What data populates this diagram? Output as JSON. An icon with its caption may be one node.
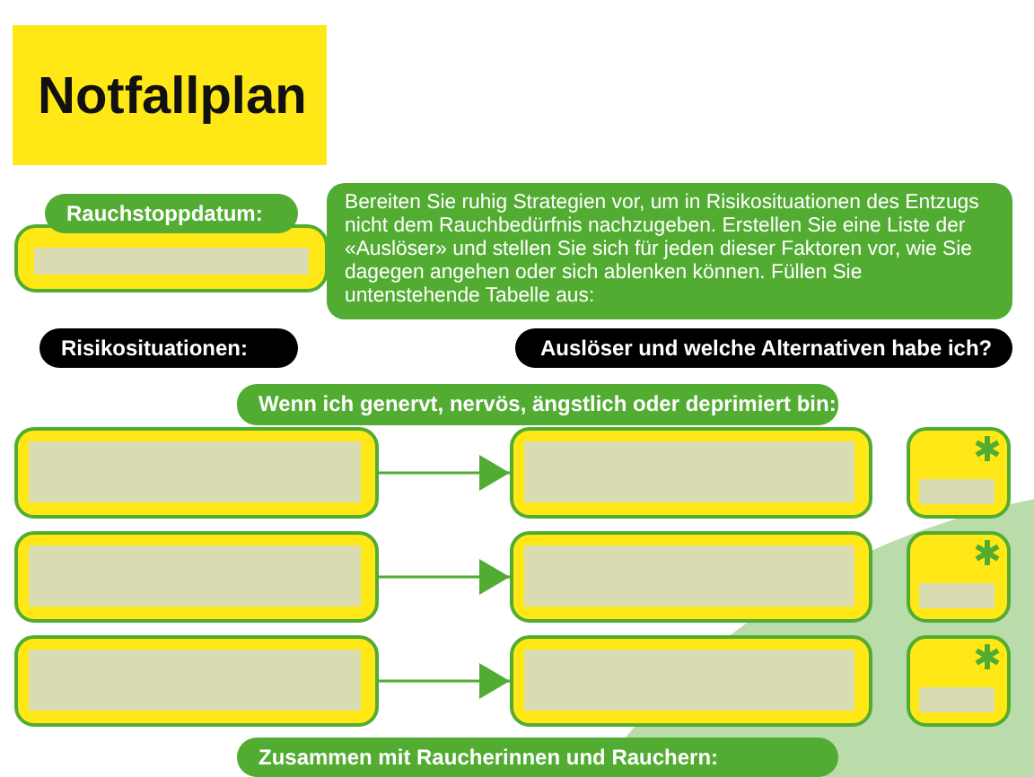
{
  "diagram": {
    "title": "Notfallplan",
    "nodes": [
      {
        "text": [
          "Rauchstoppdatum:"
        ]
      },
      {
        "text": [],
        "shape": "box"
      },
      {
        "text": [],
        "shape": "box"
      },
      {
        "text": [],
        "shape": "box"
      },
      {
        "text": [],
        "shape": "box"
      },
      {
        "text": [],
        "shape": "box"
      },
      {
        "text": [],
        "shape": "box"
      },
      {
        "text": [],
        "shape": "box"
      },
      {
        "text": [],
        "shape": "box"
      },
      {
        "text": [],
        "shape": "box"
      }
    ],
    "edges": [
      {
        "from": 1,
        "to": 2,
        "arrow": "to"
      },
      {
        "from": 4,
        "to": 5,
        "arrow": "to"
      },
      {
        "from": 7,
        "to": 8,
        "arrow": "to"
      }
    ],
    "labels": [
      "Bereiten Sie ruhig Strategien vor, um in Risikosituationen des Entzugs nicht dem Rauchbedürfnis nachzugeben. Erstellen Sie eine Liste der «Auslöser» und stellen Sie sich für jeden dieser Faktoren vor, wie Sie dagegen angehen oder sich ablenken können. Füllen Sie untenstehende Tabelle aus:",
      "Risikosituationen:",
      "Auslöser und welche Alternativen habe ich?",
      "Wenn ich genervt, nervös, ängstlich oder deprimiert bin:",
      "Zusammen mit Raucherinnen und Rauchern:"
    ]
  }
}
